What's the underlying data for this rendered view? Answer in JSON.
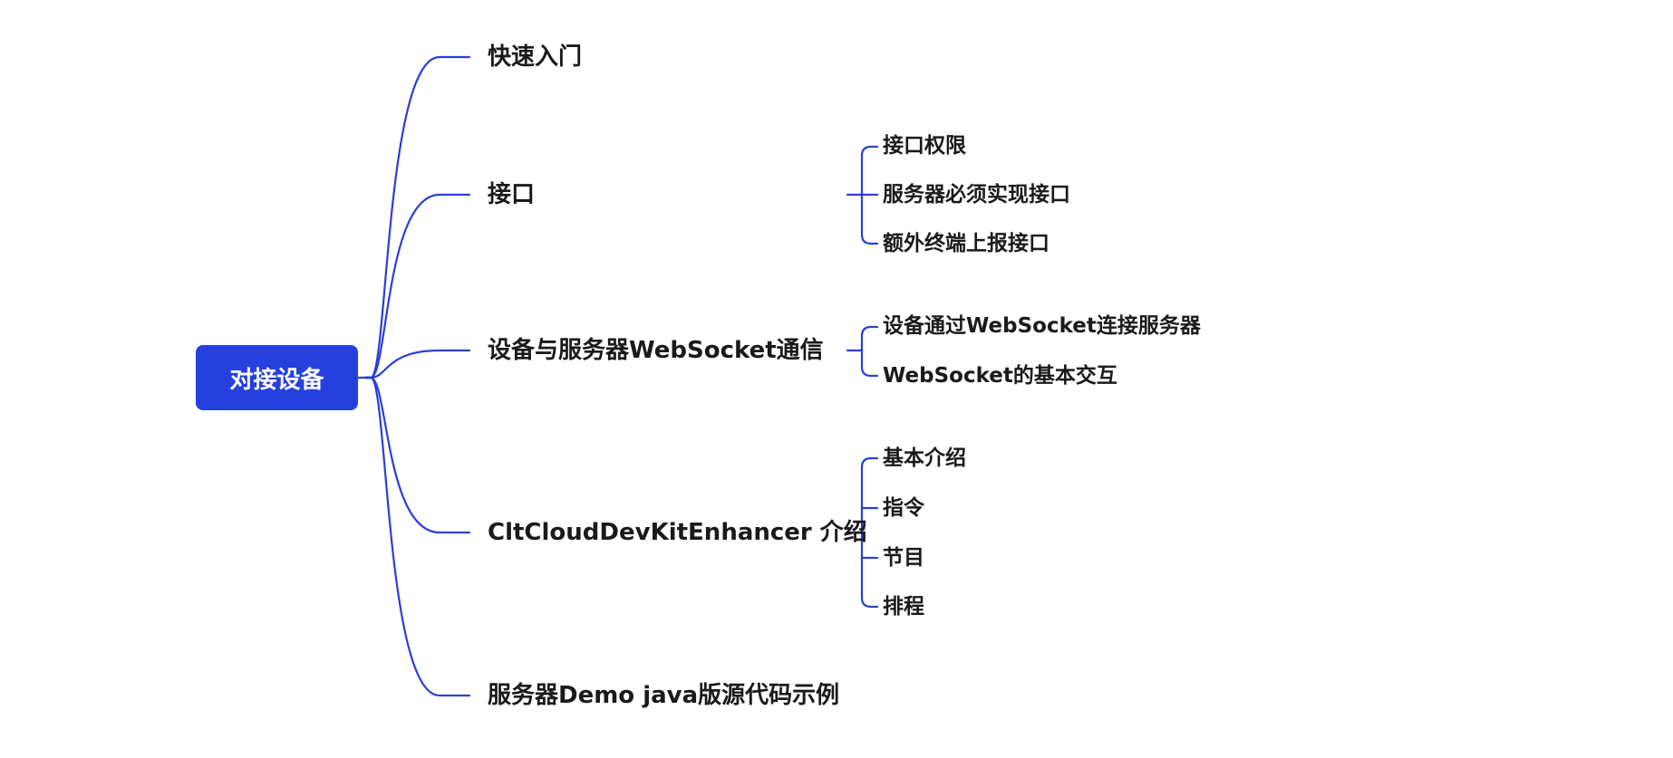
{
  "colors": {
    "accent": "#2640de",
    "line": "#2b3fd6",
    "text": "#1a1a1a",
    "root_text": "#ffffff"
  },
  "root": {
    "label": "对接设备"
  },
  "branches": [
    {
      "label": "快速入门",
      "children": []
    },
    {
      "label": "接口",
      "children": [
        {
          "label": "接口权限"
        },
        {
          "label": "服务器必须实现接口"
        },
        {
          "label": "额外终端上报接口"
        }
      ]
    },
    {
      "label": "设备与服务器WebSocket通信",
      "children": [
        {
          "label": "设备通过WebSocket连接服务器"
        },
        {
          "label": "WebSocket的基本交互"
        }
      ]
    },
    {
      "label": "CltCloudDevKitEnhancer 介绍",
      "children": [
        {
          "label": "基本介绍"
        },
        {
          "label": "指令"
        },
        {
          "label": "节目"
        },
        {
          "label": "排程"
        }
      ]
    },
    {
      "label": "服务器Demo java版源代码示例",
      "children": []
    }
  ]
}
